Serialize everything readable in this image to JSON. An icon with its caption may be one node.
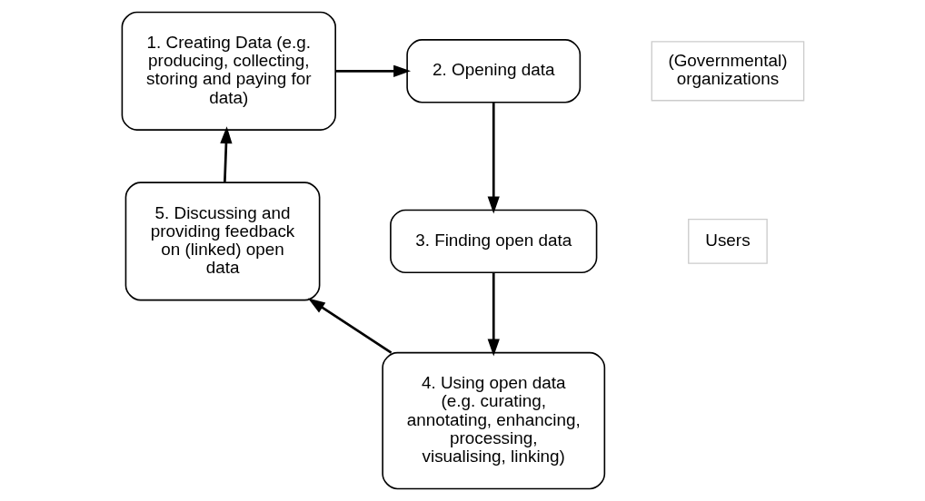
{
  "diagram": {
    "nodes": [
      {
        "text": [
          "1. Creating Data (e.g. producing, collecting, storing and paying for data)"
        ]
      },
      {
        "text": [
          "2. Opening data"
        ]
      },
      {
        "text": [
          "3. Finding open data"
        ]
      },
      {
        "text": [
          "4. Using open data (e.g. curating, annotating, enhancing, processing, visualising, linking)"
        ]
      },
      {
        "text": [
          "5. Discussing and providing feedback on (linked) open data"
        ]
      },
      {
        "text": [
          "(Governmental) organizations"
        ]
      },
      {
        "text": [
          "Users"
        ]
      }
    ],
    "edges": [
      {
        "from": 0,
        "to": 1,
        "arrow": "to"
      },
      {
        "from": 1,
        "to": 2,
        "arrow": "to"
      },
      {
        "from": 2,
        "to": 3,
        "arrow": "to"
      },
      {
        "from": 3,
        "to": 4,
        "arrow": "to"
      },
      {
        "from": 4,
        "to": 0,
        "arrow": "to"
      }
    ]
  }
}
